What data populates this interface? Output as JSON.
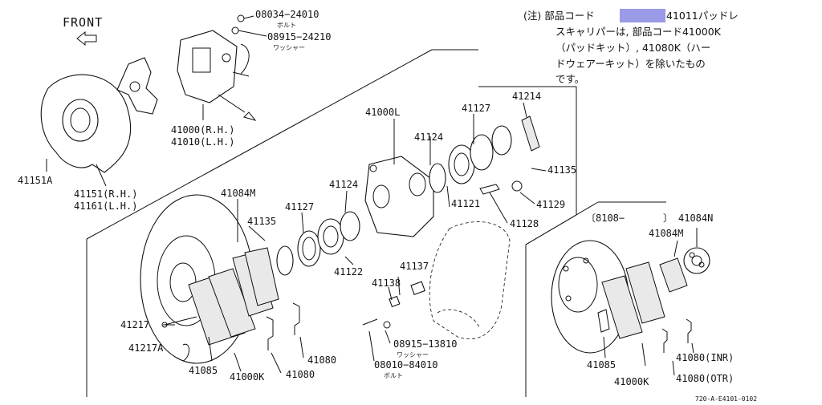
{
  "header": {
    "front_label": "FRONT"
  },
  "note": {
    "line1_prefix": "(注) 部品コード",
    "line1_suffix": "41011パッドレ",
    "line2": "スキャリパーは, 部品コード41000K",
    "line3": "（パッドキット）, 41080K（ハー",
    "line4": "ドウェアーキット）を除いたもの",
    "line5": "です。",
    "highlight_color": "#9a9ae6"
  },
  "labels": {
    "p08034": "08034−24010",
    "p08034_sub": "ボルト",
    "p08915a": "08915−24210",
    "p08915a_sub": "ワッシャー",
    "p41000rh": "41000(R.H.)",
    "p41010lh": "41010(L.H.)",
    "p41151a": "41151A",
    "p41151rh": "41151(R.H.)",
    "p41161lh": "41161(L.H.)",
    "p41000l": "41000L",
    "p41214": "41214",
    "p41127a": "41127",
    "p41124a": "41124",
    "p41135a": "41135",
    "p41121": "41121",
    "p41129": "41129",
    "p41128": "41128",
    "p41124b": "41124",
    "p41127b": "41127",
    "p41084m": "41084M",
    "p41135b": "41135",
    "p41122": "41122",
    "p41137": "41137",
    "p41138": "41138",
    "p41217": "41217",
    "p41217a": "41217A",
    "p41085": "41085",
    "p41000k": "41000K",
    "p41080a": "41080",
    "p41080b": "41080",
    "p08915b": "08915−13810",
    "p08915b_sub": "ワッシャー",
    "p08010": "08010−84010",
    "p08010_sub": "ボルト",
    "inset_range": "〔8108−",
    "inset_close": "〕",
    "inset_41084n": "41084N",
    "inset_41084m": "41084M",
    "inset_41085": "41085",
    "inset_41000k": "41000K",
    "inset_41080inr": "41080(INR)",
    "inset_41080otr": "41080(OTR)",
    "code": "720-A-E4101-0102"
  }
}
